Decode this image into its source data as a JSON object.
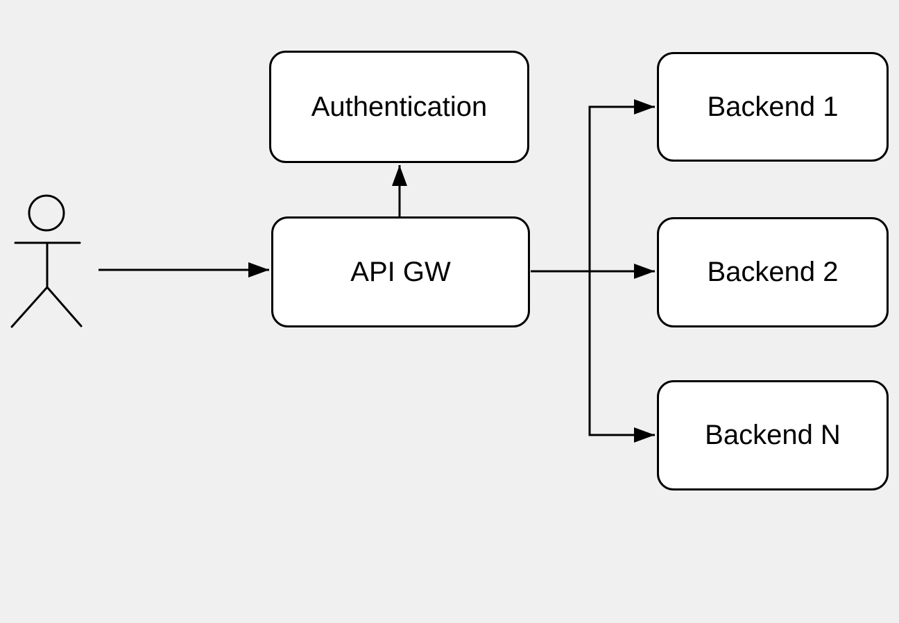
{
  "diagram": {
    "type": "architecture-flow",
    "background_color": "#f0f0f0",
    "node_fill_color": "#ffffff",
    "stroke_color": "#000000",
    "text_color": "#000000",
    "actor": {
      "name": "user-actor",
      "shape": "stick-figure"
    },
    "nodes": {
      "authentication": {
        "label": "Authentication"
      },
      "api_gw": {
        "label": "API GW"
      },
      "backend_1": {
        "label": "Backend 1"
      },
      "backend_2": {
        "label": "Backend 2"
      },
      "backend_n": {
        "label": "Backend N"
      }
    },
    "edges": [
      {
        "from": "user-actor",
        "to": "API GW",
        "arrow": "end"
      },
      {
        "from": "API GW",
        "to": "Authentication",
        "arrow": "end"
      },
      {
        "from": "API GW",
        "to": "Backend 1",
        "arrow": "end"
      },
      {
        "from": "API GW",
        "to": "Backend 2",
        "arrow": "end"
      },
      {
        "from": "API GW",
        "to": "Backend N",
        "arrow": "end"
      }
    ]
  }
}
